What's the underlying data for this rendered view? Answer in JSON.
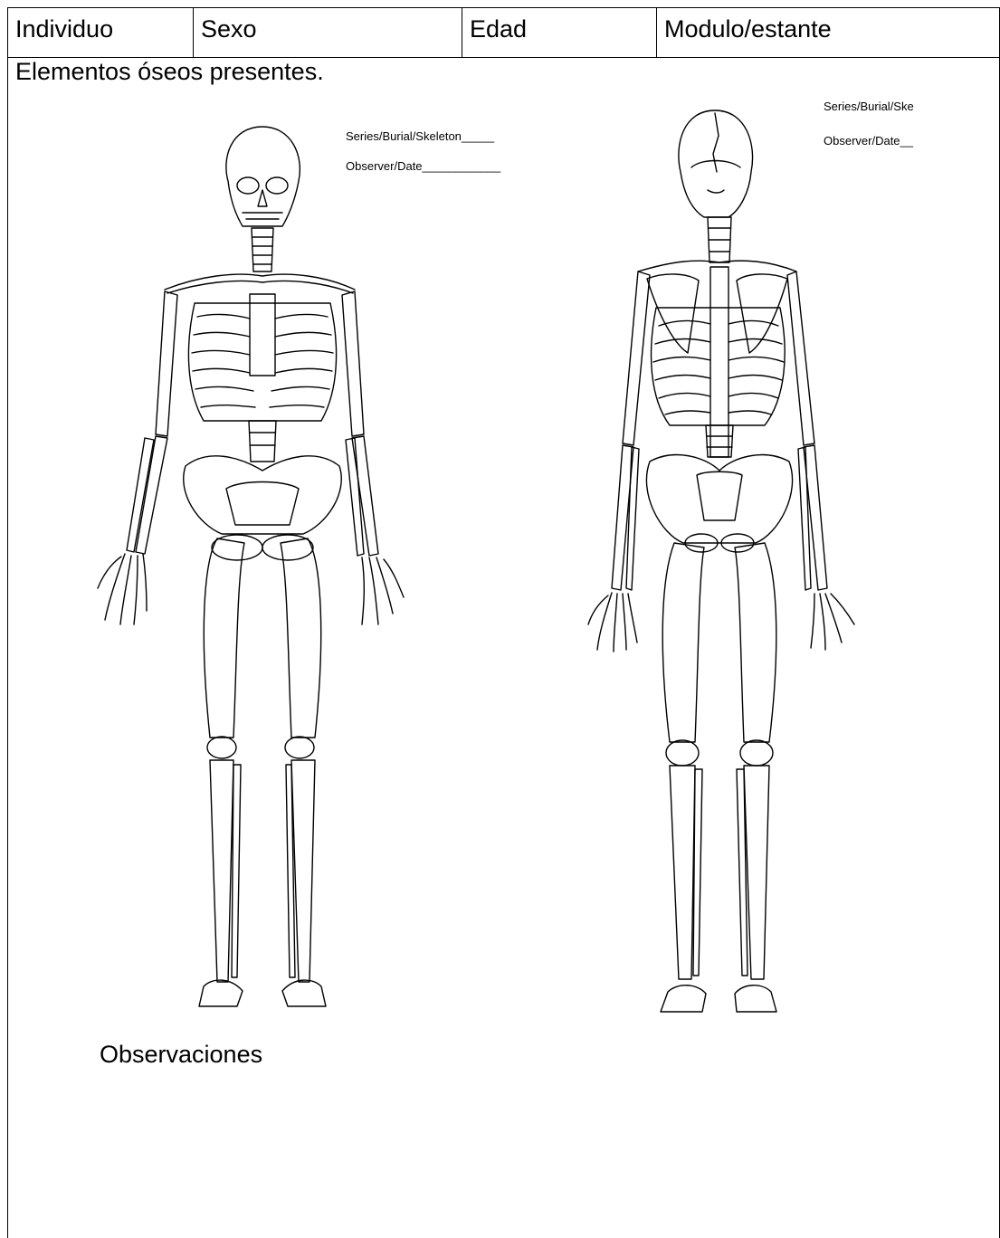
{
  "header": {
    "cells": [
      "Individuo",
      "Sexo",
      "Edad",
      "Modulo/estante"
    ]
  },
  "section_title": "Elementos óseos presentes.",
  "front_view": {
    "series_label": "Series/Burial/Skeleton_____",
    "observer_label": "Observer/Date____________"
  },
  "back_view": {
    "series_label": "Series/Burial/Ske",
    "observer_label": "Observer/Date__"
  },
  "observations_label": "Observaciones",
  "colors": {
    "line": "#000000",
    "background": "#ffffff"
  },
  "icons": [
    "skeleton-front-figure",
    "skeleton-back-figure"
  ]
}
